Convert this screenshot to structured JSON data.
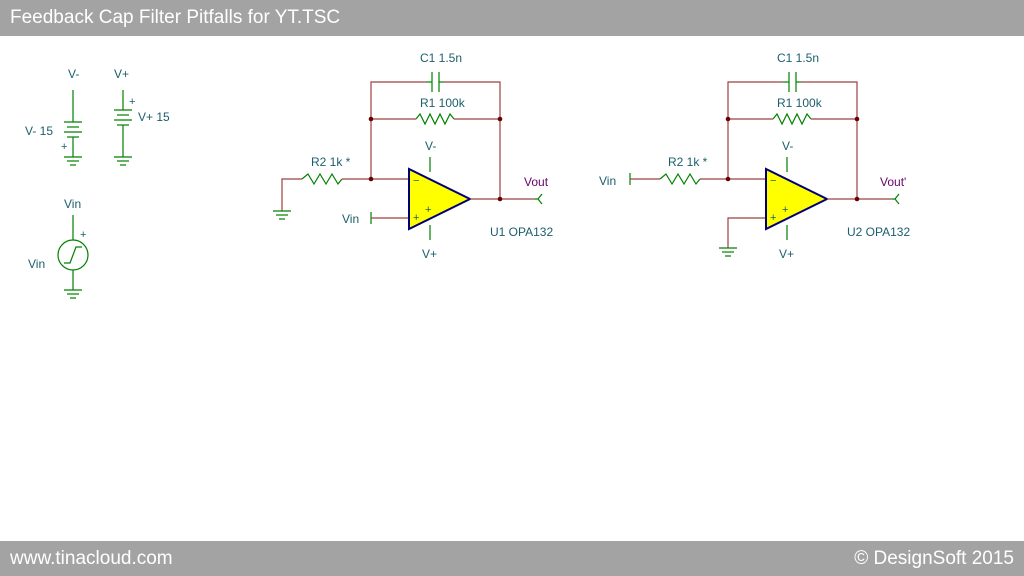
{
  "window": {
    "title": "Feedback Cap Filter Pitfalls for YT.TSC"
  },
  "footer": {
    "site": "www.tinacloud.com",
    "copyright": "© DesignSoft 2015"
  },
  "colors": {
    "bar": "#a3a3a3",
    "wire": "#9c4040",
    "component": "#008000",
    "label": "#1b5e6b",
    "net_label": "#6a006a",
    "opamp_fill": "#ffff00",
    "opamp_outline": "#00007a"
  },
  "supplies": {
    "neg": {
      "top_label": "V-",
      "name": "V- 15"
    },
    "pos": {
      "top_label": "V+",
      "name": "V+ 15"
    },
    "vin": {
      "top_label": "Vin",
      "name": "Vin"
    }
  },
  "circuit1": {
    "c1": "C1 1.5n",
    "r1": "R1 100k",
    "r2": "R2 1k *",
    "vminus": "V-",
    "vplus": "V+",
    "vin": "Vin",
    "vout": "Vout",
    "opamp": "U1 OPA132"
  },
  "circuit2": {
    "c1": "C1 1.5n",
    "r1": "R1 100k",
    "r2": "R2 1k *",
    "vminus": "V-",
    "vplus": "V+",
    "vin": "Vin",
    "vout": "Vout'",
    "opamp": "U2 OPA132"
  },
  "symbols": {
    "plus": "+",
    "minus": "−"
  }
}
